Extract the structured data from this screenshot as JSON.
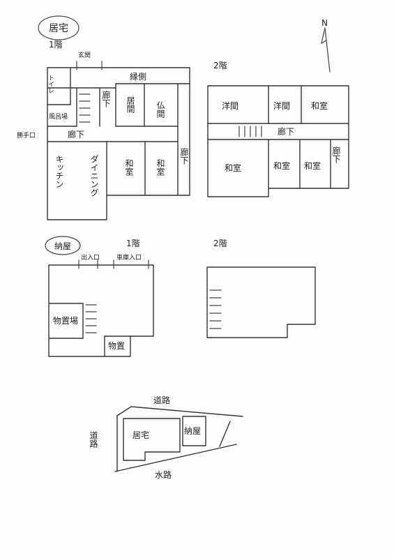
{
  "residence": {
    "title": "居宅",
    "floor1_label": "1階",
    "floor2_label": "2階",
    "floor1_rooms": {
      "entrance": "玄関",
      "veranda": "縁側",
      "toilet": "トイレ",
      "hall_a": "廊下",
      "living": "居間",
      "buddhist_room": "仏間",
      "bath": "風呂場",
      "back_door": "勝手口",
      "hall_b": "廊下",
      "kitchen": "キッチン",
      "dining": "ダイニング",
      "washitsu_a": "和室",
      "washitsu_b": "和室",
      "hall_c": "廊下"
    },
    "floor2_rooms": {
      "western_a": "洋間",
      "western_b": "洋間",
      "washitsu_a": "和室",
      "hall_a": "廊下",
      "washitsu_b": "和室",
      "washitsu_c": "和室",
      "washitsu_d": "和室",
      "hall_b": "廊下"
    }
  },
  "storehouse": {
    "title": "納屋",
    "floor1_label": "1階",
    "floor2_label": "2階",
    "rooms": {
      "doorway": "出入口",
      "garage_entrance": "車庫入口",
      "storage_a": "物置場",
      "storage_b": "物置"
    }
  },
  "site": {
    "road_top": "道路",
    "road_left": "道路",
    "waterway": "水路",
    "residence": "居宅",
    "storehouse": "納屋"
  },
  "compass": {
    "north": "N"
  }
}
